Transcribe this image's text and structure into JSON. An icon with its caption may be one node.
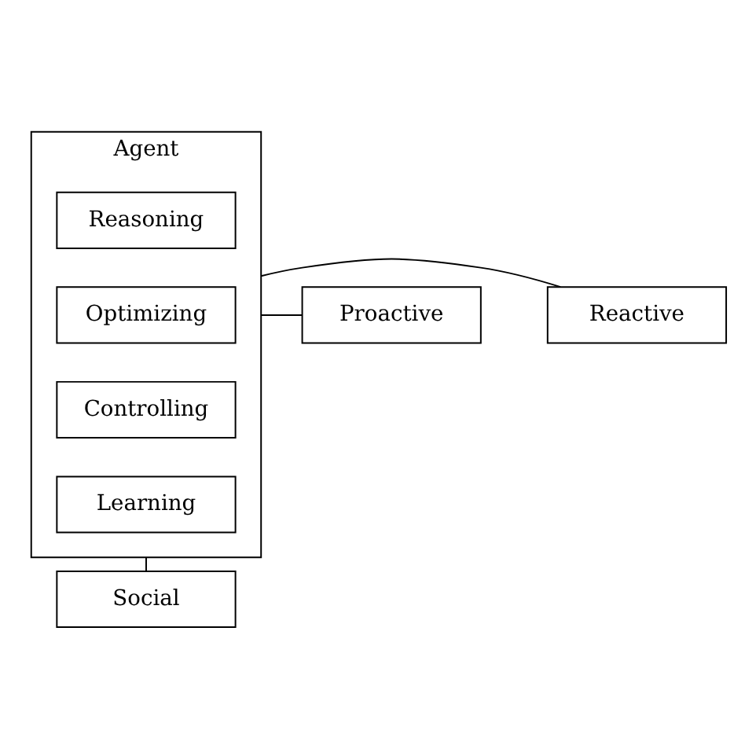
{
  "diagram": {
    "nodes": [
      {
        "text": [
          "Agent"
        ]
      },
      {
        "text": [
          "Reasoning"
        ],
        "in": 0
      },
      {
        "text": [
          "Optimizing"
        ],
        "in": 0
      },
      {
        "text": [
          "Controlling"
        ],
        "in": 0
      },
      {
        "text": [
          "Learning"
        ],
        "in": 0
      },
      {
        "text": [
          "Proactive"
        ]
      },
      {
        "text": [
          "Reactive"
        ]
      },
      {
        "text": [
          "Social"
        ]
      }
    ],
    "edges": [
      {
        "from": 5,
        "to": 0,
        "arrow": "none"
      },
      {
        "from": 0,
        "to": 6,
        "arrow": "none"
      },
      {
        "from": 0,
        "to": 7,
        "arrow": "none"
      }
    ]
  }
}
